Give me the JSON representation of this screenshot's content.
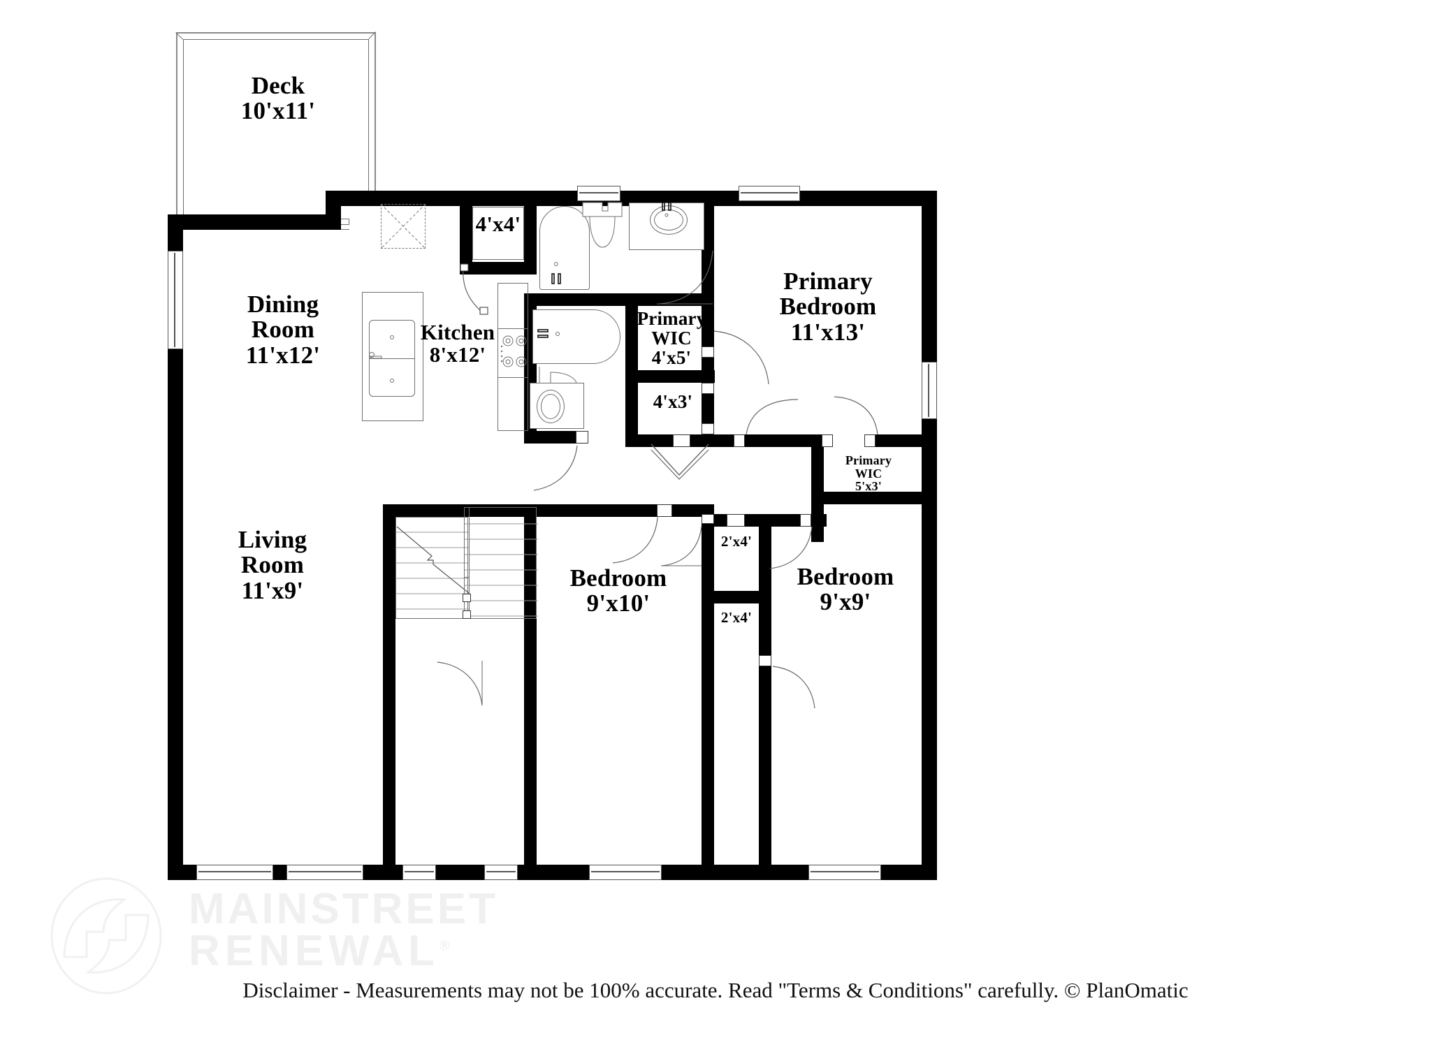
{
  "document": {
    "type": "floor-plan",
    "disclaimer": "Disclaimer - Measurements may not be 100% accurate. Read \"Terms & Conditions\" carefully. © PlanOmatic",
    "watermark": {
      "line1": "MAINSTREET",
      "line2": "RENEWAL",
      "registered_mark": "®"
    },
    "colors": {
      "wall": "#000000",
      "fixture_line": "#6f6f6f",
      "text": "#000000",
      "watermark": "#f0f0f0",
      "background": "#ffffff"
    }
  },
  "rooms": [
    {
      "id": "deck",
      "name": "Deck",
      "dimensions": "10'x11'",
      "label": "Deck\n10'x11'"
    },
    {
      "id": "dining-room",
      "name": "Dining Room",
      "dimensions": "11'x12'",
      "label": "Dining\nRoom\n11'x12'"
    },
    {
      "id": "kitchen",
      "name": "Kitchen",
      "dimensions": "8'x12'",
      "label": "Kitchen\n8'x12'"
    },
    {
      "id": "pantry",
      "name": "",
      "dimensions": "4'x4'",
      "label": "4'x4'"
    },
    {
      "id": "primary-bedroom",
      "name": "Primary Bedroom",
      "dimensions": "11'x13'",
      "label": "Primary\nBedroom\n11'x13'"
    },
    {
      "id": "primary-wic-1",
      "name": "Primary WIC",
      "dimensions": "4'x5'",
      "label": "Primary\nWIC\n4'x5'"
    },
    {
      "id": "closet-4x3",
      "name": "",
      "dimensions": "4'x3'",
      "label": "4'x3'"
    },
    {
      "id": "primary-wic-2",
      "name": "Primary WIC",
      "dimensions": "5'x3'",
      "label": "Primary\nWIC\n5'x3'"
    },
    {
      "id": "living-room",
      "name": "Living Room",
      "dimensions": "11'x9'",
      "label": "Living\nRoom\n11'x9'"
    },
    {
      "id": "bedroom-2",
      "name": "Bedroom",
      "dimensions": "9'x10'",
      "label": "Bedroom\n9'x10'"
    },
    {
      "id": "bedroom-3",
      "name": "Bedroom",
      "dimensions": "9'x9'",
      "label": "Bedroom\n9'x9'"
    },
    {
      "id": "closet-2x4-upper",
      "name": "",
      "dimensions": "2'x4'",
      "label": "2'x4'"
    },
    {
      "id": "closet-2x4-lower",
      "name": "",
      "dimensions": "2'x4'",
      "label": "2'x4'"
    }
  ],
  "labels": {
    "deck": "Deck\n10'x11'",
    "dining_room": "Dining\nRoom\n11'x12'",
    "kitchen": "Kitchen\n8'x12'",
    "pantry": "4'x4'",
    "primary_bedroom": "Primary\nBedroom\n11'x13'",
    "primary_wic_1": "Primary\nWIC\n4'x5'",
    "closet_4x3": "4'x3'",
    "primary_wic_2": "Primary\nWIC\n5'x3'",
    "living_room": "Living\nRoom\n11'x9'",
    "bedroom_2": "Bedroom\n9'x10'",
    "bedroom_3": "Bedroom\n9'x9'",
    "closet_2x4_upper": "2'x4'",
    "closet_2x4_lower": "2'x4'"
  },
  "fixtures": [
    {
      "name": "kitchen-island-sink",
      "room": "kitchen"
    },
    {
      "name": "range-cooktop",
      "room": "kitchen"
    },
    {
      "name": "refrigerator",
      "room": "kitchen"
    },
    {
      "name": "bathtub",
      "room": "hall-bath"
    },
    {
      "name": "toilet",
      "room": "hall-bath"
    },
    {
      "name": "vanity-sink",
      "room": "hall-bath"
    },
    {
      "name": "bathtub",
      "room": "primary-bath"
    },
    {
      "name": "toilet",
      "room": "primary-bath"
    },
    {
      "name": "vanity-sink",
      "room": "primary-bath"
    },
    {
      "name": "staircase",
      "room": "living-room"
    }
  ]
}
